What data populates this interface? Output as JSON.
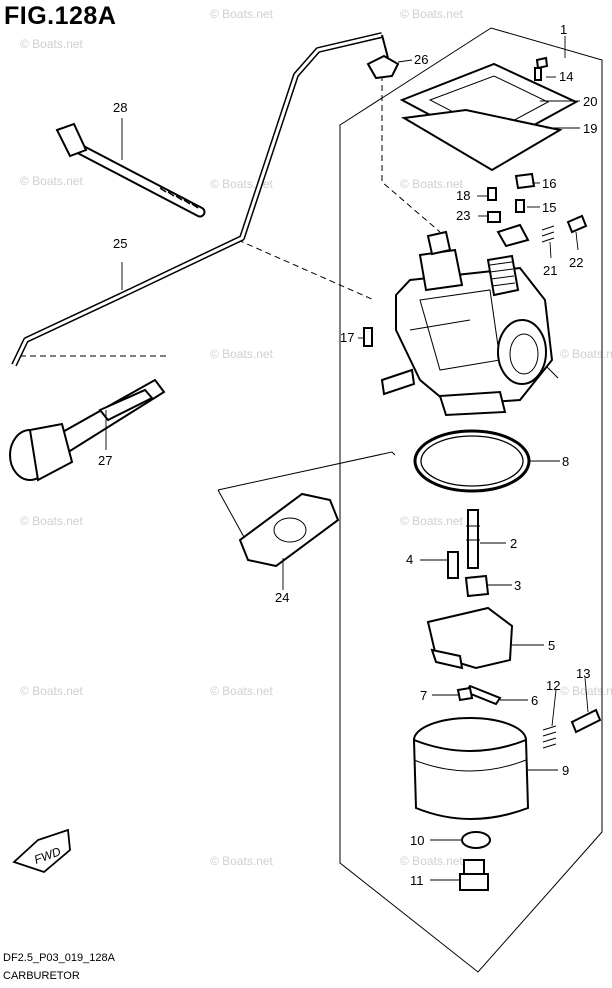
{
  "figure": {
    "title": "FIG.128A",
    "code": "DF2.5_P03_019_128A",
    "name": "CARBURETOR"
  },
  "direction_arrow": {
    "label": "FWD"
  },
  "watermark": "© Boats.net",
  "callouts": {
    "c1": "1",
    "c2": "2",
    "c3": "3",
    "c4": "4",
    "c5": "5",
    "c6": "6",
    "c7": "7",
    "c8": "8",
    "c9": "9",
    "c10": "10",
    "c11": "11",
    "c12": "12",
    "c13": "13",
    "c14": "14",
    "c15": "15",
    "c16": "16",
    "c17": "17",
    "c18": "18",
    "c19": "19",
    "c20": "20",
    "c21": "21",
    "c22": "22",
    "c23": "23",
    "c24": "24",
    "c25": "25",
    "c26": "26",
    "c27": "27",
    "c28": "28"
  }
}
